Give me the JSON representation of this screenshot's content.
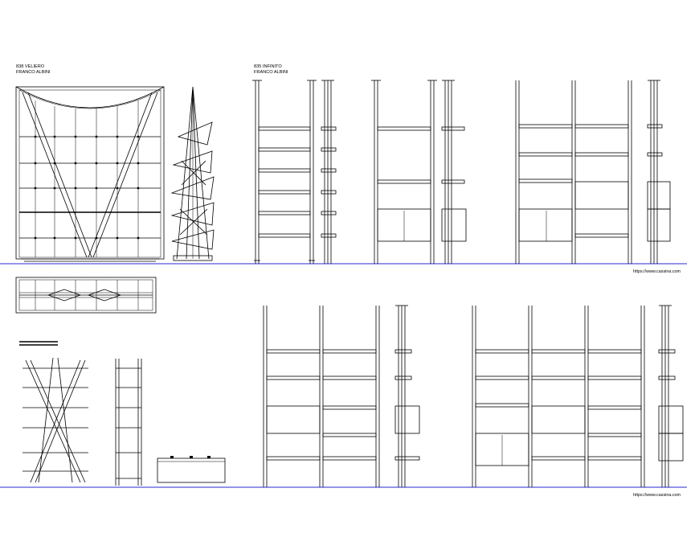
{
  "labels": {
    "velero_model": "838 VELIERO",
    "velero_designer": "FRANCO ALBINI",
    "infinito_model": "835 INFINITO",
    "infinito_designer": "FRANCO ALBINI",
    "website_top": "https://www.cassina.com",
    "website_bottom": "https://www.cassina.com"
  },
  "colors": {
    "ground_line": "#2a2ad6",
    "line": "#000000",
    "background": "#ffffff"
  }
}
